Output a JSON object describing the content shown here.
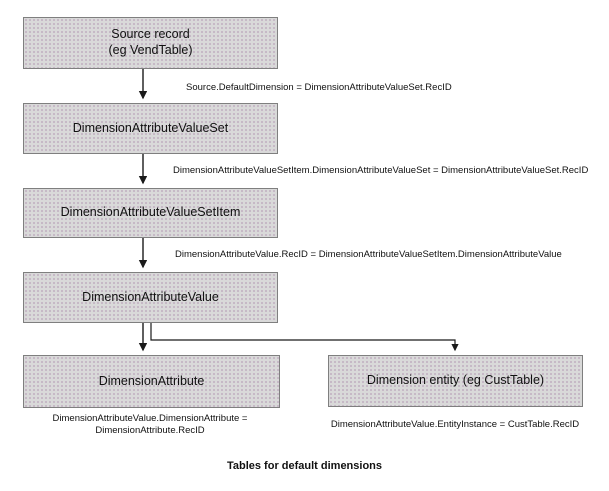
{
  "colors": {
    "background": "#ffffff",
    "box_fill": "#d9d9d9",
    "box_dot_texture": "#bfaec0",
    "box_border": "#7f7f7f",
    "connector_line": "#1a1a1a",
    "text": "#111111"
  },
  "diagram": {
    "caption": "Tables for default dimensions",
    "boxes": [
      {
        "name": "source-record",
        "label": "Source record\n(eg VendTable)"
      },
      {
        "name": "dimension-attribute-value-set",
        "label": "DimensionAttributeValueSet"
      },
      {
        "name": "dimension-attribute-value-set-item",
        "label": "DimensionAttributeValueSetItem"
      },
      {
        "name": "dimension-attribute-value",
        "label": "DimensionAttributeValue"
      },
      {
        "name": "dimension-attribute",
        "label": "DimensionAttribute"
      },
      {
        "name": "dimension-entity",
        "label": "Dimension entity (eg CustTable)"
      }
    ],
    "edge_labels": [
      {
        "name": "edge-source-to-valueset",
        "label": "Source.DefaultDimension = DimensionAttributeValueSet.RecID"
      },
      {
        "name": "edge-valueset-to-valuesetitem",
        "label": "DimensionAttributeValueSetItem.DimensionAttributeValueSet = DimensionAttributeValueSet.RecID"
      },
      {
        "name": "edge-valuesetitem-to-value",
        "label": "DimensionAttributeValue.RecID = DimensionAttributeValueSetItem.DimensionAttributeValue"
      },
      {
        "name": "edge-value-to-attribute",
        "label": "DimensionAttributeValue.DimensionAttribute =\nDimensionAttribute.RecID"
      },
      {
        "name": "edge-value-to-entity",
        "label": "DimensionAttributeValue.EntityInstance = CustTable.RecID"
      }
    ]
  }
}
